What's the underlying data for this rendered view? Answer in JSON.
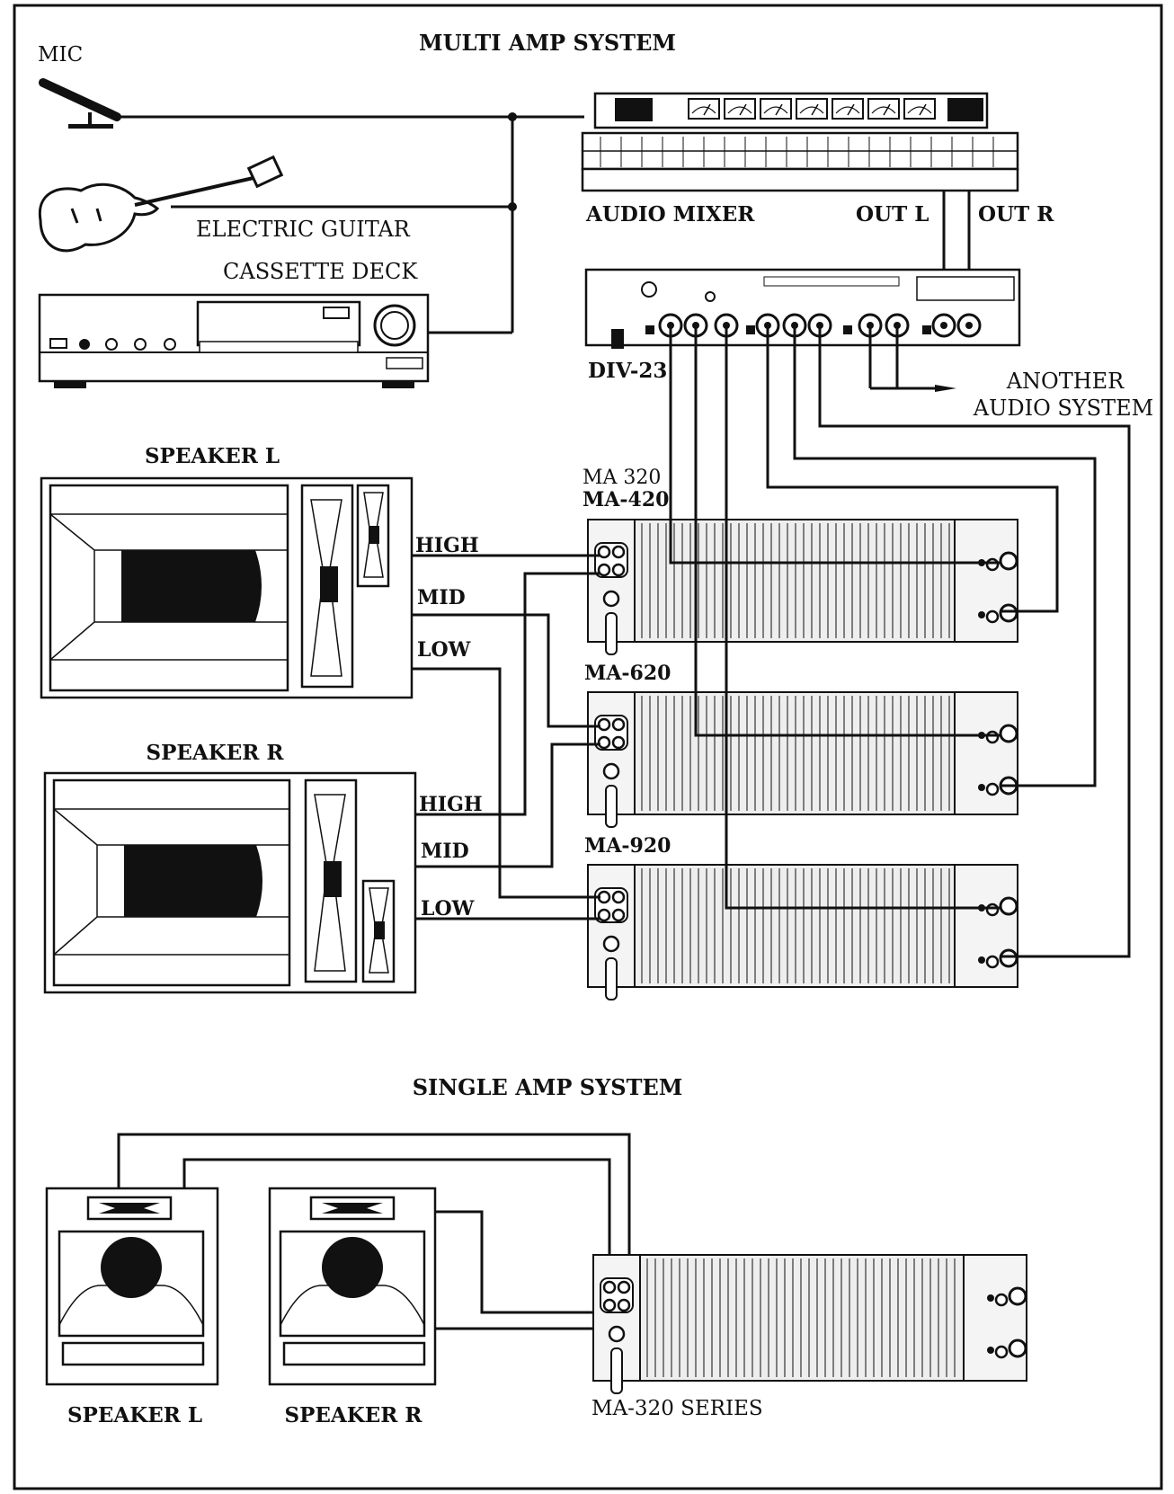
{
  "titles": {
    "multi": "MULTI AMP SYSTEM",
    "single": "SINGLE AMP SYSTEM"
  },
  "sources": {
    "mic": "MIC",
    "guitar": "ELECTRIC GUITAR",
    "cassette": "CASSETTE DECK"
  },
  "mixer": {
    "label": "AUDIO MIXER",
    "out_l": "OUT L",
    "out_r": "OUT R"
  },
  "divider": {
    "label": "DIV-23"
  },
  "another": {
    "line1": "ANOTHER",
    "line2": "AUDIO SYSTEM"
  },
  "speakers_multi": {
    "left_title": "SPEAKER L",
    "right_title": "SPEAKER R",
    "bands": [
      "HIGH",
      "MID",
      "LOW"
    ]
  },
  "amps_multi": {
    "top_label_1": "MA 320",
    "top_label_2": "MA-420",
    "mid_label": "MA-620",
    "bottom_label": "MA-920"
  },
  "single": {
    "speaker_l": "SPEAKER L",
    "speaker_r": "SPEAKER R",
    "amp_label": "MA-320 SERIES"
  }
}
